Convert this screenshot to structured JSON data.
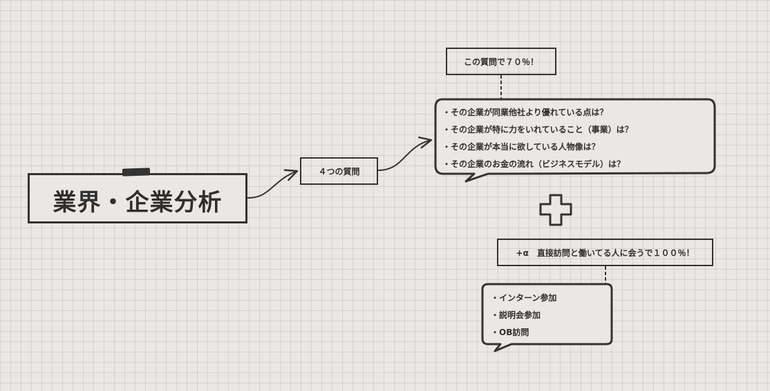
{
  "main_topic": {
    "label": "業界・企業分析"
  },
  "branch": {
    "label": "４つの質問"
  },
  "questions_callout": {
    "header": "この質問で７０％！",
    "items": [
      "・その企業が同業他社より優れている点は？",
      "・その企業が特に力をいれていること（事業）は？",
      "・その企業が本当に欲している人物像は？",
      "・その企業のお金の流れ（ビジネスモデル）は？"
    ]
  },
  "plus": {
    "icon": "plus-icon"
  },
  "alpha_callout": {
    "header": "+α　直接訪問と働いてる人に会うで１００％！",
    "items": [
      "・インターン参加",
      "・説明会参加",
      "・OB訪問"
    ]
  },
  "colors": {
    "background": "#ebe7e4",
    "stroke": "#333333",
    "text": "#2f2f2f"
  }
}
